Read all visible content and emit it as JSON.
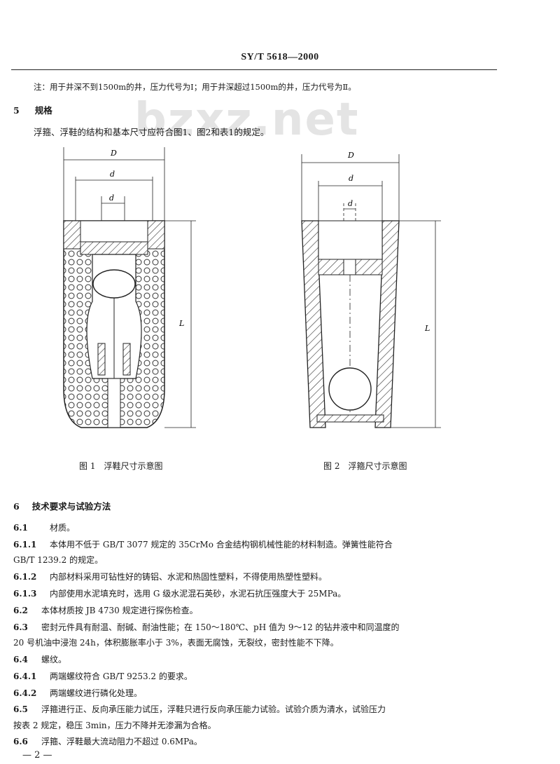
{
  "header": {
    "standard": "SY/T 5618—2000"
  },
  "watermark": "bzxz.net",
  "note": "注：用于井深不到1500m的井，压力代号为Ⅰ；用于井深超过1500m的井，压力代号为Ⅱ。",
  "section5": {
    "num": "5",
    "title": "规格",
    "body": "浮箍、浮鞋的结构和基本尺寸应符合图1、图2和表1的规定。"
  },
  "figure1": {
    "labels": {
      "D": "D",
      "d_outer": "d",
      "d_inner": "d",
      "L": "L"
    },
    "caption": "图 1　浮鞋尺寸示意图"
  },
  "figure2": {
    "labels": {
      "D": "D",
      "d_outer": "d",
      "d_inner": "d",
      "L": "L"
    },
    "caption": "图 2　浮箍尺寸示意图"
  },
  "section6": {
    "num": "6",
    "title": "技术要求与试验方法",
    "items": [
      {
        "num": "6.1",
        "text": "材质。"
      },
      {
        "num": "6.1.1",
        "text": "本体用不低于 GB/T 3077 规定的 35CrMo 合金结构钢机械性能的材料制造。弹簧性能符合"
      },
      {
        "num": "",
        "text": "GB/T 1239.2 的规定。"
      },
      {
        "num": "6.1.2",
        "text": "内部材料采用可钻性好的铸铝、水泥和热固性塑料，不得使用热塑性塑料。"
      },
      {
        "num": "6.1.3",
        "text": "内部使用水泥填充时，选用 G 级水泥混石英砂，水泥石抗压强度大于 25MPa。"
      },
      {
        "num": "6.2",
        "text": "本体材质按 JB 4730 规定进行探伤检查。"
      },
      {
        "num": "6.3",
        "text": "密封元件具有耐温、耐碱、耐油性能；在 150～180℃、pH 值为 9～12 的钻井液中和同温度的"
      },
      {
        "num": "",
        "text": "20 号机油中浸泡 24h，体积膨胀率小于 3%，表面无腐蚀，无裂纹，密封性能不下降。"
      },
      {
        "num": "6.4",
        "text": "螺纹。"
      },
      {
        "num": "6.4.1",
        "text": "两端螺纹符合 GB/T 9253.2 的要求。"
      },
      {
        "num": "6.4.2",
        "text": "两端螺纹进行磷化处理。"
      },
      {
        "num": "6.5",
        "text": "浮箍进行正、反向承压能力试压，浮鞋只进行反向承压能力试验。试验介质为清水，试验压力"
      },
      {
        "num": "",
        "text": "按表 2 规定，稳压 3min，压力不降并无渗漏为合格。"
      },
      {
        "num": "6.6",
        "text": "浮箍、浮鞋最大流动阻力不超过 0.6MPa。"
      }
    ]
  },
  "page_number": "— 2 —"
}
